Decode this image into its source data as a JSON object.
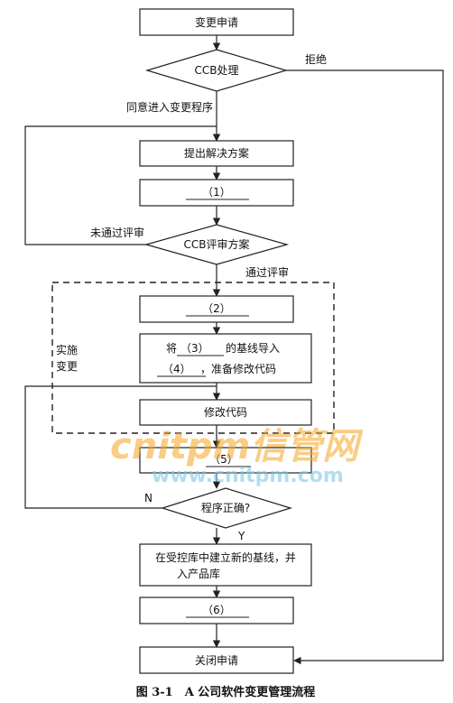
{
  "nodes": {
    "change_request": "变更申请",
    "ccb_process": "CCB处理",
    "propose_solution": "提出解决方案",
    "blank_1": "（1）",
    "ccb_review": "CCB评审方案",
    "blank_2": "（2）",
    "import_line1_a": "将",
    "import_line1_b": "（3）",
    "import_line1_c": "的基线导入",
    "import_line2_a": "（4）",
    "import_line2_b": "，准备修改代码",
    "modify_code": "修改代码",
    "blank_5": "（5）",
    "program_correct": "程序正确?",
    "new_baseline_line1": "在受控库中建立新的基线，并",
    "new_baseline_line2": "入产品库",
    "blank_6": "（6）",
    "close_request": "关闭申请"
  },
  "edges": {
    "reject": "拒绝",
    "agree": "同意进入变更程序",
    "not_passed": "未通过评审",
    "passed": "通过评审",
    "no": "N",
    "yes": "Y"
  },
  "group": {
    "label_line1": "实施",
    "label_line2": "变更"
  },
  "caption": "图 3-1　A 公司软件变更管理流程",
  "watermark": {
    "logo": "cnitpm信管网",
    "url": "www.cnitpm.com"
  }
}
